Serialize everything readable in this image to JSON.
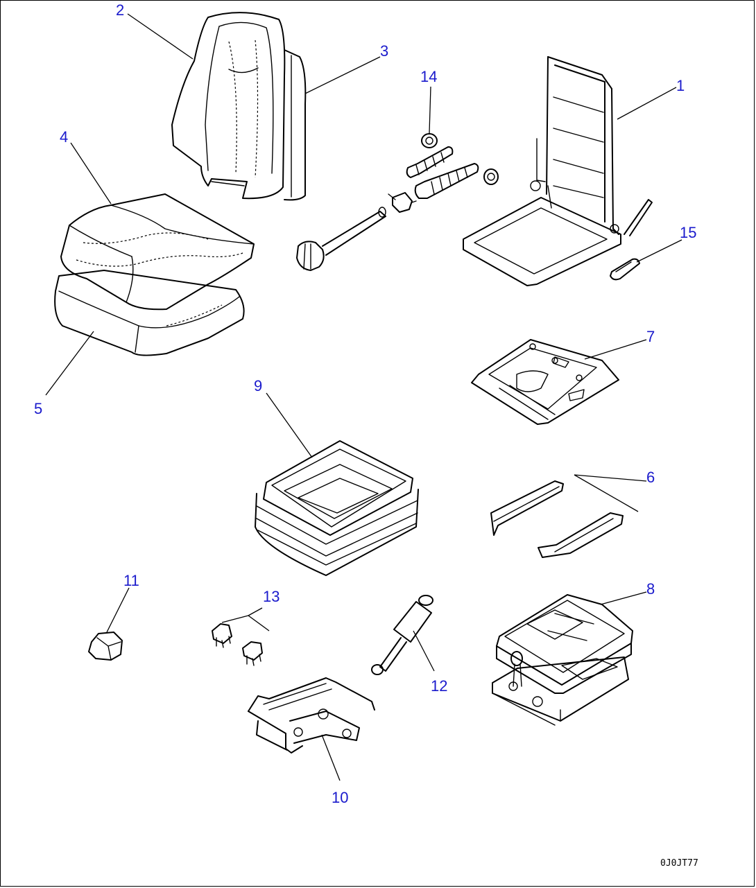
{
  "colors": {
    "callout": "#1a1acc",
    "line": "#000000",
    "background": "#ffffff"
  },
  "callouts": [
    "1",
    "2",
    "3",
    "4",
    "5",
    "6",
    "7",
    "8",
    "9",
    "10",
    "11",
    "12",
    "13",
    "14",
    "15"
  ],
  "drawing_code": "0J0JT77"
}
